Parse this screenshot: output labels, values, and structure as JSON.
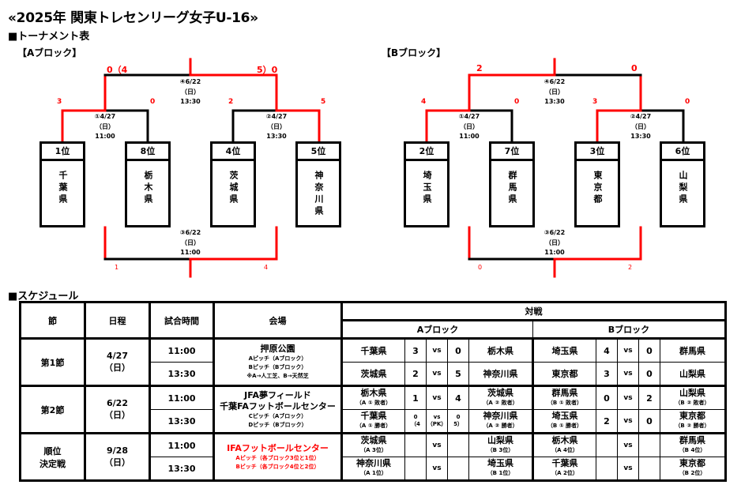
{
  "title": "«2025年 関東トレセンリーグ女子U-16»",
  "tournament_section": "■トーナメント表",
  "schedule_section": "■スケジュール",
  "colors": {
    "winner_line": "#ff0000",
    "loser_line": "#000000",
    "score_text": "#ff0000",
    "venue_highlight": "#ff0000"
  },
  "brackets": {
    "A": {
      "label": "【Aブロック】",
      "teams": [
        {
          "rank": "1位",
          "name": "千葉県"
        },
        {
          "rank": "8位",
          "name": "栃木県"
        },
        {
          "rank": "4位",
          "name": "茨城県"
        },
        {
          "rank": "5位",
          "name": "神奈川県"
        }
      ],
      "match1": {
        "info": [
          "①4/27",
          "（日）",
          "11:00"
        ],
        "score_left": "3",
        "score_right": "0"
      },
      "match2": {
        "info": [
          "②4/27",
          "（日）",
          "13:30"
        ],
        "score_left": "2",
        "score_right": "5"
      },
      "final": {
        "info": [
          "④6/22",
          "（日）",
          "13:30"
        ],
        "score_left": "0（4",
        "score_right": "5）0"
      },
      "third": {
        "info": [
          "③6/22",
          "（日）",
          "11:00"
        ],
        "score_left": "1",
        "score_right": "4"
      }
    },
    "B": {
      "label": "【Bブロック】",
      "teams": [
        {
          "rank": "2位",
          "name": "埼玉県"
        },
        {
          "rank": "7位",
          "name": "群馬県"
        },
        {
          "rank": "3位",
          "name": "東京都"
        },
        {
          "rank": "6位",
          "name": "山梨県"
        }
      ],
      "match1": {
        "info": [
          "①4/27",
          "（日）",
          "11:00"
        ],
        "score_left": "4",
        "score_right": "0"
      },
      "match2": {
        "info": [
          "②4/27",
          "（日）",
          "13:30"
        ],
        "score_left": "3",
        "score_right": "0"
      },
      "final": {
        "info": [
          "④6/22",
          "（日）",
          "13:30"
        ],
        "score_left": "2",
        "score_right": "0"
      },
      "third": {
        "info": [
          "③6/22",
          "（日）",
          "11:00"
        ],
        "score_left": "0",
        "score_right": "2"
      }
    }
  },
  "schedule": {
    "headers": {
      "round": "節",
      "date": "日程",
      "time": "試合時間",
      "venue": "会場",
      "matchups": "対戦",
      "block_a": "Aブロック",
      "block_b": "Bブロック"
    },
    "vs": "vs",
    "rounds": [
      {
        "round": "第1節",
        "date": "4/27",
        "day": "（日）",
        "venue": {
          "name": "押原公園",
          "notes": [
            "Aピッチ（Aブロック）",
            "Bピッチ（Bブロック）",
            "※A→人工芝、B→天然芝"
          ],
          "highlight": false
        },
        "matches": [
          {
            "time": "11:00",
            "a": {
              "home": "千葉県",
              "home_sub": "",
              "hs": "3",
              "as": "0",
              "away": "栃木県",
              "away_sub": ""
            },
            "b": {
              "home": "埼玉県",
              "home_sub": "",
              "hs": "4",
              "as": "0",
              "away": "群馬県",
              "away_sub": ""
            }
          },
          {
            "time": "13:30",
            "a": {
              "home": "茨城県",
              "home_sub": "",
              "hs": "2",
              "as": "5",
              "away": "神奈川県",
              "away_sub": ""
            },
            "b": {
              "home": "東京都",
              "home_sub": "",
              "hs": "3",
              "as": "0",
              "away": "山梨県",
              "away_sub": ""
            }
          }
        ]
      },
      {
        "round": "第2節",
        "date": "6/22",
        "day": "（日）",
        "venue": {
          "name": "JFA夢フィールド",
          "name2": "千葉FAフットボールセンター",
          "notes": [
            "Cピッチ（Aブロック）",
            "Dピッチ（Bブロック）"
          ],
          "highlight": false
        },
        "matches": [
          {
            "time": "11:00",
            "a": {
              "home": "栃木県",
              "home_sub": "（A ① 敗者）",
              "hs": "1",
              "as": "4",
              "away": "茨城県",
              "away_sub": "（A ② 敗者）"
            },
            "b": {
              "home": "群馬県",
              "home_sub": "（B ① 敗者）",
              "hs": "0",
              "as": "2",
              "away": "山梨県",
              "away_sub": "（B ② 敗者）"
            }
          },
          {
            "time": "13:30",
            "a": {
              "home": "千葉県",
              "home_sub": "（A ① 勝者）",
              "hs": "0",
              "hs2": "（4",
              "vs2": "（PK）",
              "as": "0",
              "as2": "5）",
              "away": "神奈川県",
              "away_sub": "（A ② 勝者）"
            },
            "b": {
              "home": "埼玉県",
              "home_sub": "（B ① 勝者）",
              "hs": "2",
              "as": "0",
              "away": "東京都",
              "away_sub": "（B ② 勝者）"
            }
          }
        ]
      },
      {
        "round": "順位",
        "round2": "決定戦",
        "date": "9/28",
        "day": "（日）",
        "venue": {
          "name": "IFAフットボールセンター",
          "notes": [
            "Aピッチ（各ブロック3位と1位）",
            "Bピッチ（各ブロック4位と2位）"
          ],
          "highlight": true
        },
        "matches": [
          {
            "time": "11:00",
            "a": {
              "home": "茨城県",
              "home_sub": "（A 3位）",
              "hs": "",
              "as": "",
              "away": "山梨県",
              "away_sub": "（B 3位）"
            },
            "b": {
              "home": "栃木県",
              "home_sub": "（A 4位）",
              "hs": "",
              "as": "",
              "away": "群馬県",
              "away_sub": "（B 4位）"
            }
          },
          {
            "time": "13:30",
            "a": {
              "home": "神奈川県",
              "home_sub": "（A 1位）",
              "hs": "",
              "as": "",
              "away": "埼玉県",
              "away_sub": "（B 1位）"
            },
            "b": {
              "home": "千葉県",
              "home_sub": "（A 2位）",
              "hs": "",
              "as": "",
              "away": "東京都",
              "away_sub": "（B 2位）"
            }
          }
        ]
      }
    ]
  }
}
